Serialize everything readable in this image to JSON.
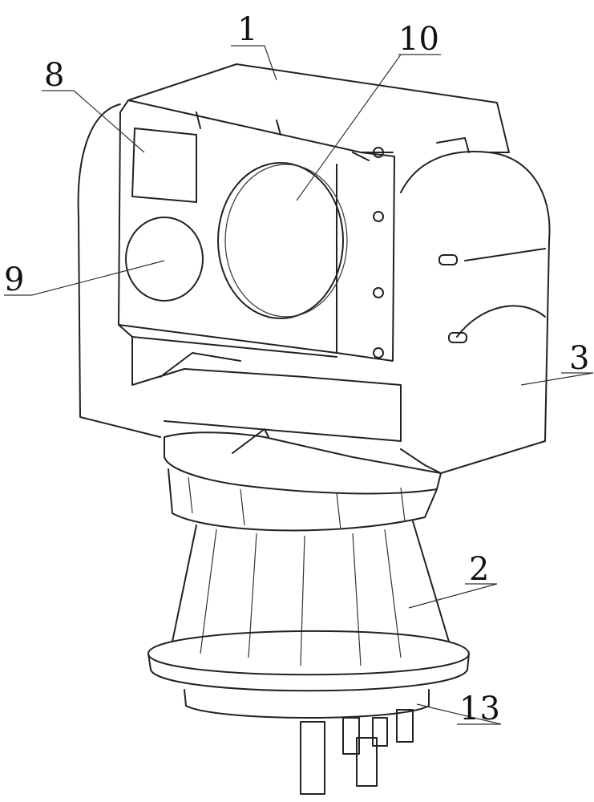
{
  "figure": {
    "labels": [
      {
        "id": "housing",
        "text": "1"
      },
      {
        "id": "large-lens",
        "text": "10"
      },
      {
        "id": "sensor-window",
        "text": "8"
      },
      {
        "id": "small-lens",
        "text": "9"
      },
      {
        "id": "side-arm",
        "text": "3"
      },
      {
        "id": "base",
        "text": "2"
      },
      {
        "id": "connector-plate",
        "text": "13"
      }
    ]
  }
}
